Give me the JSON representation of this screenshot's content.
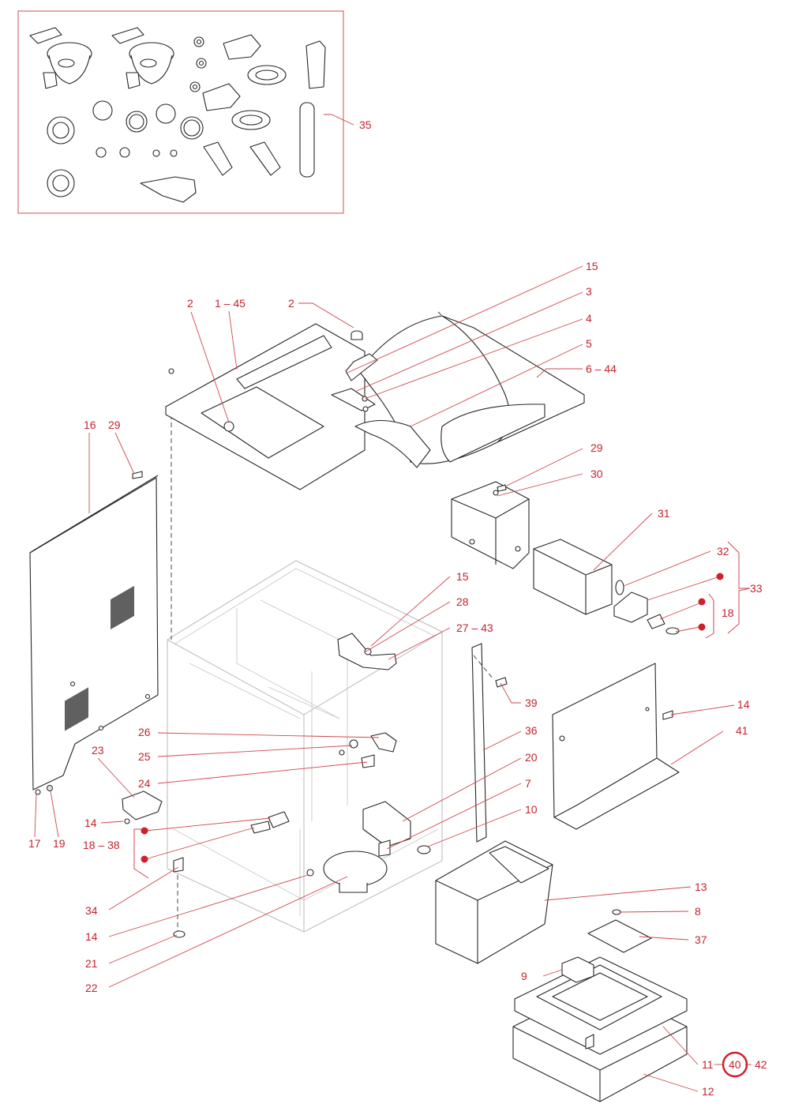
{
  "diagram": {
    "labels": {
      "l35": "35",
      "l15a": "15",
      "l3": "3",
      "l4": "4",
      "l5": "5",
      "l6_44": "6 – 44",
      "l2a": "2",
      "l1_45": "1 – 45",
      "l2b": "2",
      "l16": "16",
      "l29a": "29",
      "l29b": "29",
      "l30": "30",
      "l31": "31",
      "l32": "32",
      "l33": "33",
      "l18a": "18",
      "l15b": "15",
      "l28": "28",
      "l27_43": "27 – 43",
      "l39": "39",
      "l36": "36",
      "l20": "20",
      "l7": "7",
      "l10": "10",
      "l26": "26",
      "l25": "25",
      "l24": "24",
      "l23": "23",
      "l14a": "14",
      "l41": "41",
      "l14b": "14",
      "l17": "17",
      "l19": "19",
      "l18_38": "18 – 38",
      "l34": "34",
      "l14c": "14",
      "l21": "21",
      "l22": "22",
      "l13": "13",
      "l8": "8",
      "l37": "37",
      "l9": "9",
      "l11": "11",
      "l40": "40",
      "l42": "42",
      "l12": "12"
    },
    "highlight_label": "40",
    "accent_color": "#c4232b",
    "highlight_color": "#d0202a"
  }
}
